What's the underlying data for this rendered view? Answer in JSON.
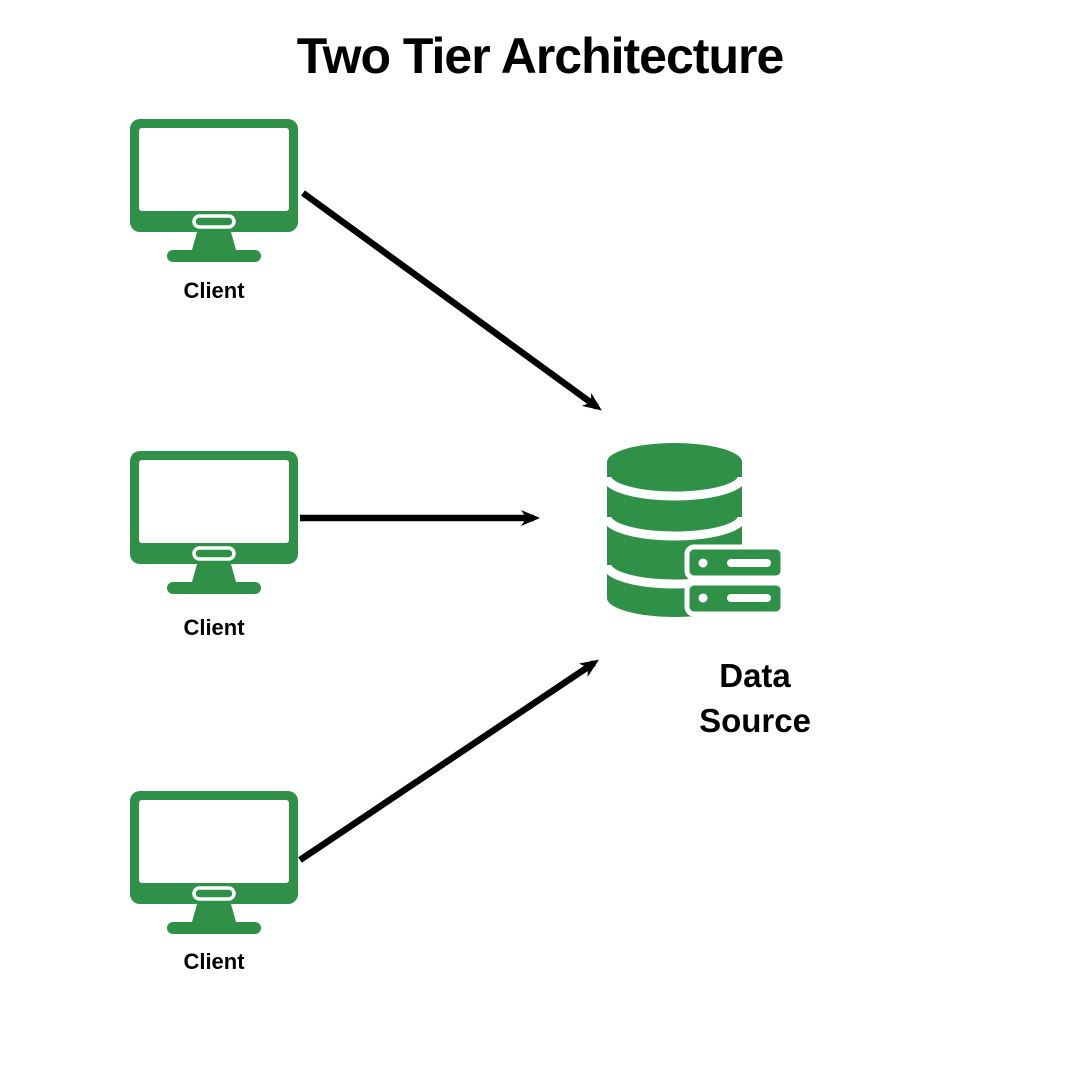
{
  "title": "Two Tier Architecture",
  "colors": {
    "icon_green": "#2F9147",
    "ink_black": "#000000",
    "background": "#FFFFFF"
  },
  "nodes": {
    "clients": [
      {
        "id": "client-1",
        "label": "Client",
        "icon": "desktop-monitor-icon"
      },
      {
        "id": "client-2",
        "label": "Client",
        "icon": "desktop-monitor-icon"
      },
      {
        "id": "client-3",
        "label": "Client",
        "icon": "desktop-monitor-icon"
      }
    ],
    "data_source": {
      "id": "data-source",
      "label": "Data\nSource",
      "icon": "database-server-icon"
    }
  },
  "arrows": [
    {
      "from": "client-1",
      "to": "data-source",
      "direction": "down-right"
    },
    {
      "from": "client-2",
      "to": "data-source",
      "direction": "right"
    },
    {
      "from": "client-3",
      "to": "data-source",
      "direction": "up-right"
    }
  ]
}
